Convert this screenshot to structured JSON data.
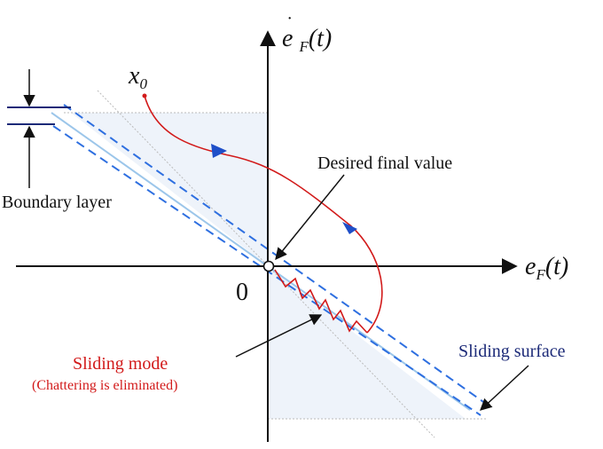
{
  "labels": {
    "x0": "x",
    "x0_sub": "0",
    "yaxis_e": "e",
    "yaxis_sub": "F",
    "yaxis_t": "(t)",
    "xaxis_e": "e",
    "xaxis_sub": "F",
    "xaxis_t": "(t)",
    "origin": "0",
    "desired_final_value": "Desired final value",
    "boundary_layer": "Boundary layer",
    "sliding_mode": "Sliding mode",
    "sliding_mode_note": "(Chattering is eliminated)",
    "sliding_surface": "Sliding surface"
  },
  "colors": {
    "axis": "#111111",
    "trajectory": "#d21a1a",
    "arrowhead": "#1f4fc8",
    "dashed": "#2e6fe0",
    "surface": "#9cc6ea",
    "shade": "#eef3fa",
    "guide": "#bbbbbb",
    "navy": "#1c2a78"
  }
}
